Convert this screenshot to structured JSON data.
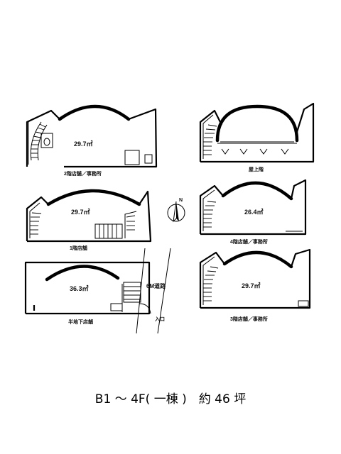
{
  "plans": {
    "floor2": {
      "label": "2階店舗／事務所",
      "area": "29.7㎡"
    },
    "rooftop": {
      "label": "屋上階"
    },
    "floor1": {
      "label": "1階店舗",
      "area": "29.7㎡"
    },
    "floor4": {
      "label": "4階店舗／事務所",
      "area": "26.4㎡"
    },
    "basement": {
      "label": "半地下店舗",
      "area": "36.3㎡"
    },
    "floor3": {
      "label": "3階店舗／事務所",
      "area": "29.7㎡"
    }
  },
  "site": {
    "north": "N",
    "road": "6M道路",
    "entrance": "入口"
  },
  "caption": "B1 ～ 4F( 一棟 )　約 46 坪"
}
